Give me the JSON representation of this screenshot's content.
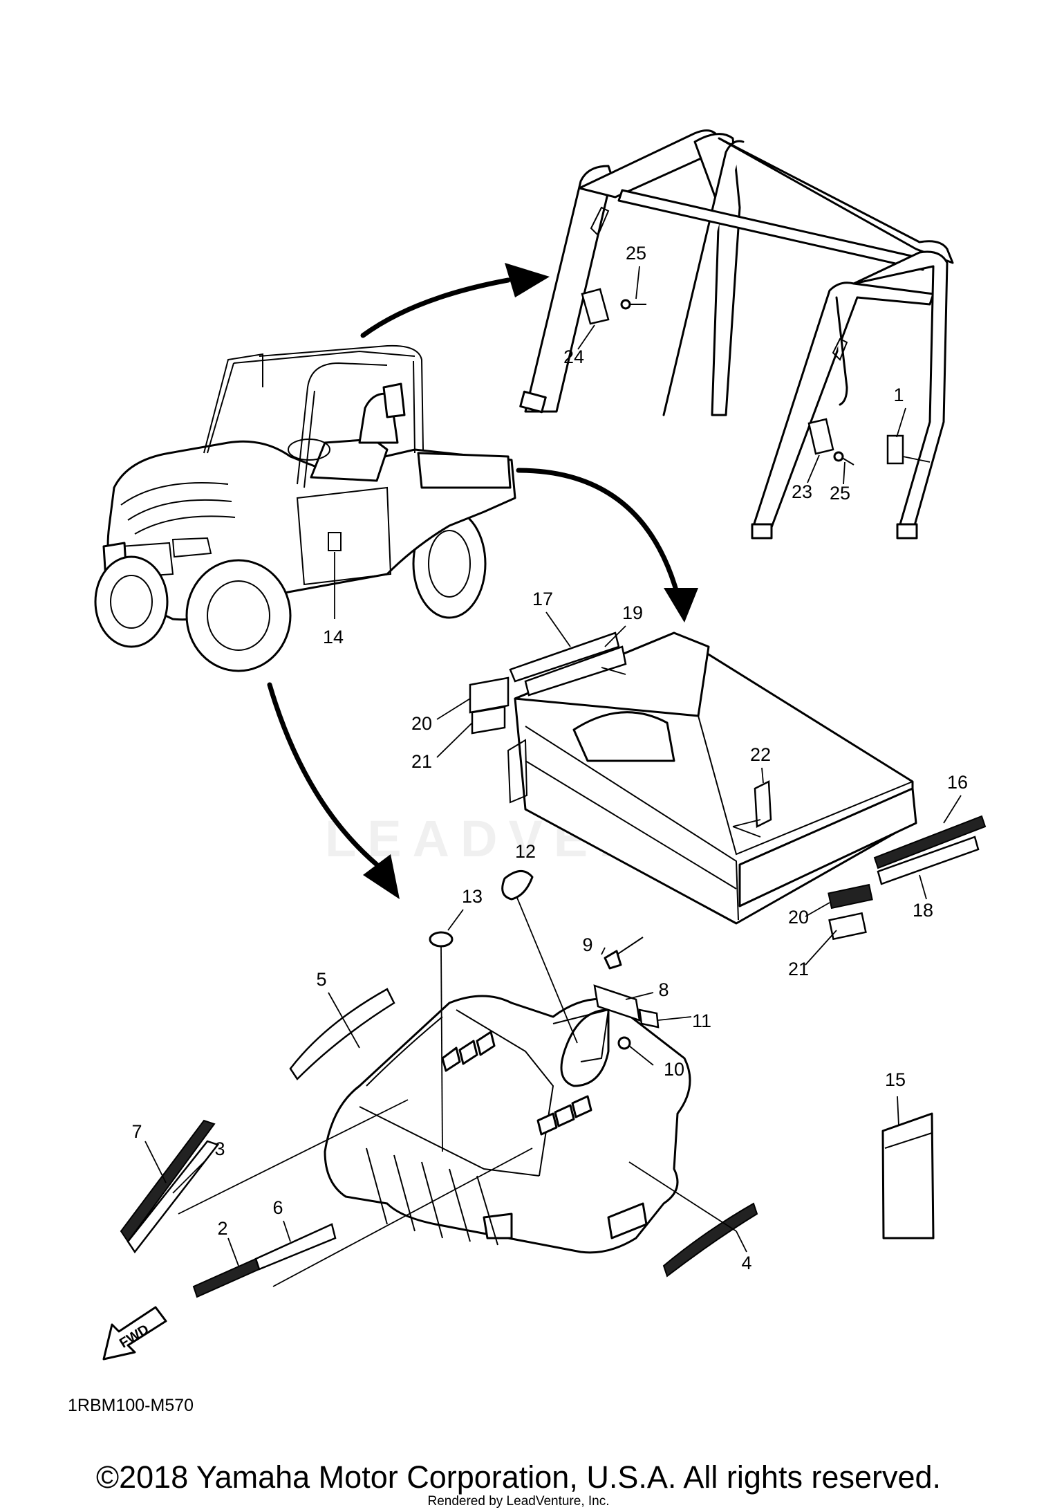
{
  "callouts": [
    "1",
    "2",
    "3",
    "4",
    "5",
    "6",
    "7",
    "8",
    "9",
    "10",
    "11",
    "12",
    "13",
    "14",
    "15",
    "16",
    "17",
    "18",
    "19",
    "20",
    "21",
    "22",
    "23",
    "24",
    "25"
  ],
  "diagram_code": "1RBM100-M570",
  "fwd_badge": "FWD",
  "watermark": "LEADVENTURE",
  "copyright": "©2018 Yamaha Motor Corporation, U.S.A. All rights reserved.",
  "rendered_by": "Rendered by LeadVenture, Inc.",
  "icons": [
    "fwd-arrow-icon",
    "curved-arrow-icon"
  ]
}
